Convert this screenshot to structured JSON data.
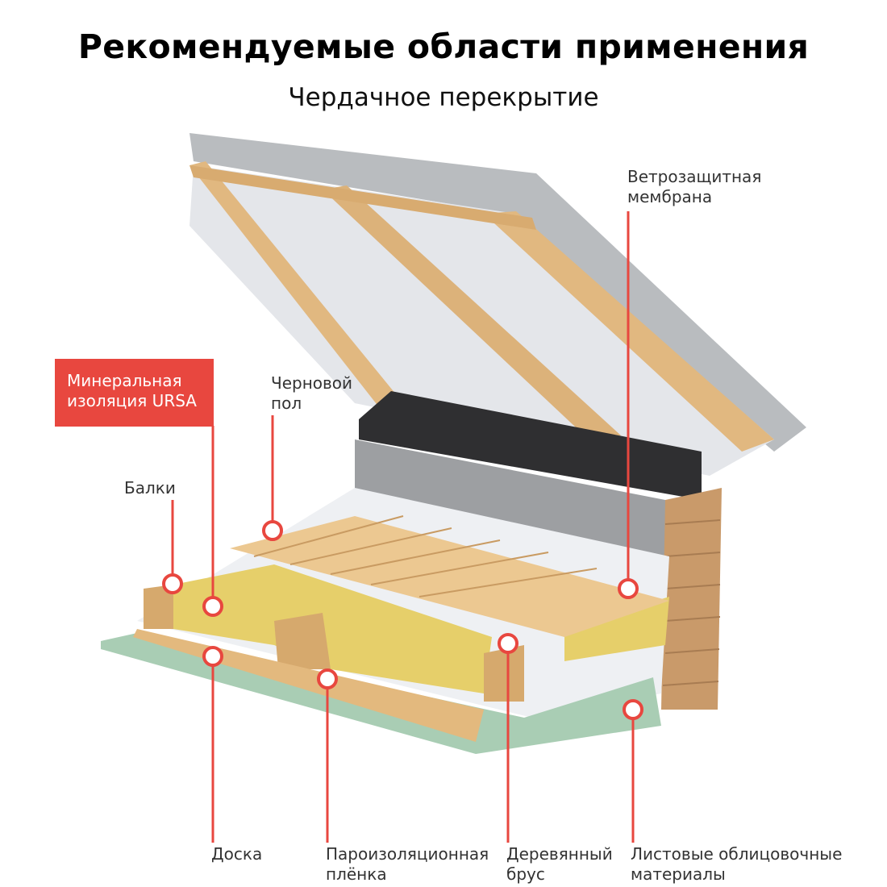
{
  "header": {
    "title": "Рекомендуемые области применения",
    "subtitle": "Чердачное перекрытие"
  },
  "callouts": {
    "wind_membrane": [
      "Ветрозащитная",
      "мембрана"
    ],
    "mineral_insulation": [
      "Минеральная",
      "изоляция URSA"
    ],
    "subfloor": [
      "Черновой",
      "пол"
    ],
    "beams": [
      "Балки"
    ],
    "board": [
      "Доска"
    ],
    "vapor_barrier": [
      "Пароизоляционная",
      "плёнка"
    ],
    "timber": [
      "Деревянный",
      "брус"
    ],
    "sheet_materials": [
      "Листовые облицовочные",
      "материалы"
    ]
  },
  "colors": {
    "accent": "#e8473f",
    "wood": "#e3b97e",
    "insulation": "#e6cf6a",
    "gypsum": "#a9cdb4",
    "brick": "#c99a6a"
  }
}
